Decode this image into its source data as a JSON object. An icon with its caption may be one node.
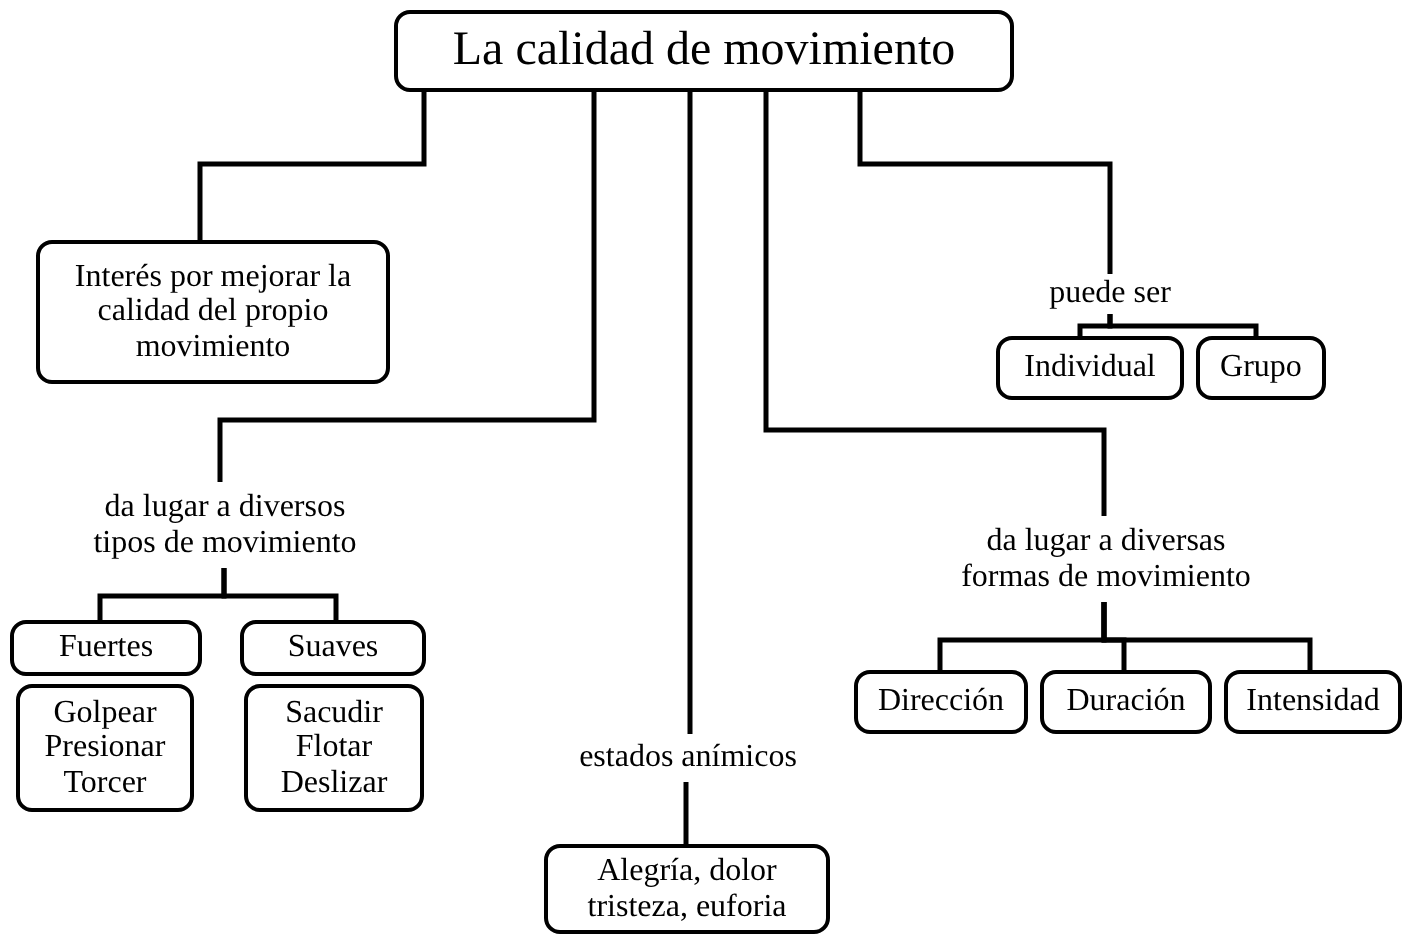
{
  "diagram": {
    "nodes": [
      {
        "text": [
          "La calidad de movimiento"
        ]
      },
      {
        "text": [
          "Interés por mejorar la calidad del propio movimiento"
        ]
      },
      {
        "text": [
          "puede ser"
        ]
      },
      {
        "text": [
          "Individual"
        ]
      },
      {
        "text": [
          "Grupo"
        ]
      },
      {
        "text": [
          "da lugar a diversos tipos de movimiento"
        ]
      },
      {
        "text": [
          "Fuertes"
        ]
      },
      {
        "text": [
          "Suaves"
        ]
      },
      {
        "text": [
          "Golpear Presionar Torcer"
        ]
      },
      {
        "text": [
          "Sacudir Flotar Deslizar"
        ]
      },
      {
        "text": [
          "da lugar a diversas formas de movimiento"
        ]
      },
      {
        "text": [
          "Dirección"
        ]
      },
      {
        "text": [
          "Duración"
        ]
      },
      {
        "text": [
          "Intensidad"
        ]
      },
      {
        "text": [
          "estados anímicos"
        ]
      },
      {
        "text": [
          "Alegría, dolor tristeza, euforia"
        ]
      }
    ],
    "edges": [
      {
        "from": 0,
        "to": 1,
        "arrow": "none"
      },
      {
        "from": 0,
        "to": 2,
        "arrow": "none"
      },
      {
        "from": 2,
        "to": 3,
        "arrow": "none"
      },
      {
        "from": 2,
        "to": 4,
        "arrow": "none"
      },
      {
        "from": 0,
        "to": 5,
        "arrow": "none"
      },
      {
        "from": 5,
        "to": 6,
        "arrow": "none"
      },
      {
        "from": 5,
        "to": 7,
        "arrow": "none"
      },
      {
        "from": 0,
        "to": 10,
        "arrow": "none"
      },
      {
        "from": 10,
        "to": 11,
        "arrow": "none"
      },
      {
        "from": 10,
        "to": 12,
        "arrow": "none"
      },
      {
        "from": 10,
        "to": 13,
        "arrow": "none"
      },
      {
        "from": 0,
        "to": 14,
        "arrow": "none"
      },
      {
        "from": 14,
        "to": 15,
        "arrow": "none"
      }
    ]
  }
}
